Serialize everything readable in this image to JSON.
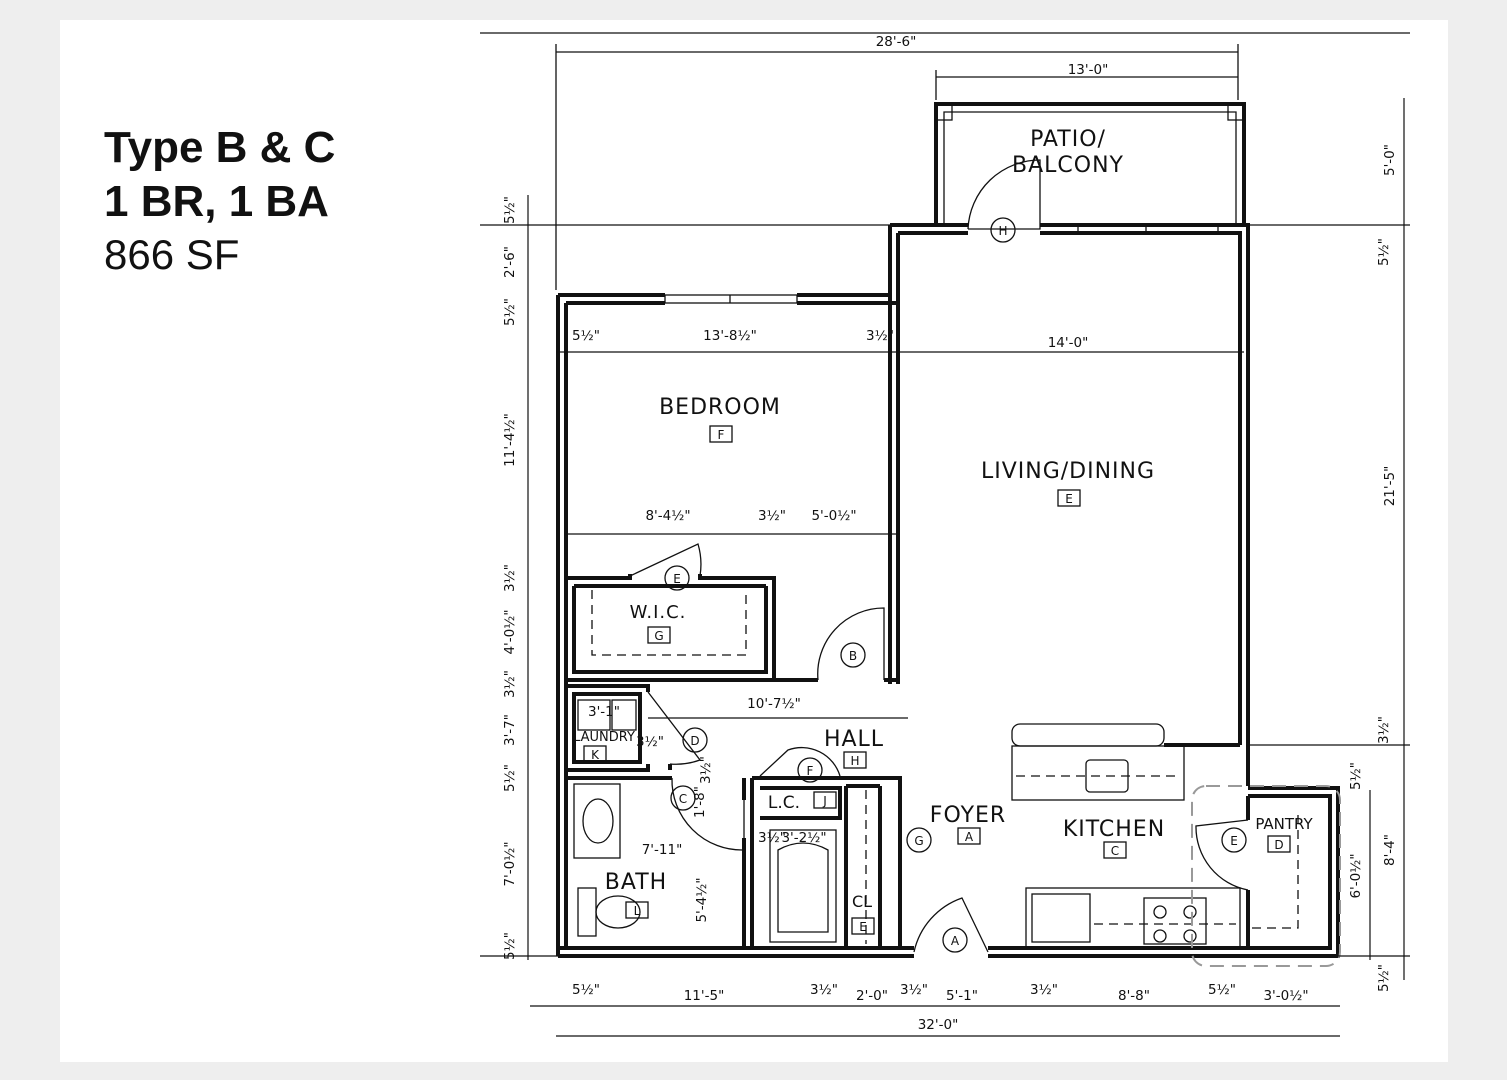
{
  "title": {
    "line1": "Type B & C",
    "line2": "1 BR, 1 BA",
    "area": "866 SF"
  },
  "rooms": {
    "patio_l1": "PATIO/",
    "patio_l2": "BALCONY",
    "bedroom": "BEDROOM",
    "living": "LIVING/DINING",
    "wic": "W.I.C.",
    "laundry": "LAUNDRY",
    "hall": "HALL",
    "lc": "L.C.",
    "foyer": "FOYER",
    "kitchen": "KITCHEN",
    "pantry": "PANTRY",
    "bath": "BATH",
    "cl": "CL"
  },
  "finish_tags": {
    "bedroom": "F",
    "living": "E",
    "wic": "G",
    "laundry": "K",
    "hall": "H",
    "lc": "J",
    "foyer": "A",
    "kitchen": "C",
    "pantry": "D",
    "bath": "L",
    "cl": "E"
  },
  "door_tags": {
    "patio": "H",
    "wic": "E",
    "bedroom": "B",
    "laundry": "D",
    "bath": "C",
    "lc": "F",
    "foyer_cl": "G",
    "entry": "A",
    "pantry": "E"
  },
  "dimensions": {
    "overall_top": "28'-6\"",
    "patio_width": "13'-0\"",
    "bed_left_wall": "5½\"",
    "bed_width": "13'-8½\"",
    "bed_right_wall": "3½\"",
    "living_width": "14'-0\"",
    "wic_width": "8'-4½\"",
    "wic_wall": "3½\"",
    "wic_right": "5'-0½\"",
    "hall_length": "10'-7½\"",
    "laundry_width": "3'-1\"",
    "laundry_wall": "3½\"",
    "lc_depth": "1'-8\"",
    "lc_wall": "3½\"",
    "bath_width": "7'-11\"",
    "tub_wall": "3½\"",
    "tub_width": "3'-2½\"",
    "bath_depth": "5'-4½\"",
    "left_top_wall": "5½\"",
    "left_patio": "2'-6\"",
    "left_wall2": "5½\"",
    "left_bedroom": "11'-4½\"",
    "left_wall3": "3½\"",
    "left_wic": "4'-0½\"",
    "left_wall4": "3½\"",
    "left_laundry": "3'-7\"",
    "left_wall5": "5½\"",
    "left_bath": "7'-0½\"",
    "left_wall6": "5½\"",
    "right_patio": "5'-0\"",
    "right_wall1": "5½\"",
    "right_living": "21'-5\"",
    "right_wall2": "3½\"",
    "right_wall3": "5½\"",
    "right_pantry": "6'-0½\"",
    "right_kitchen": "8'-4\"",
    "right_wall4": "5½\"",
    "bottom_wall1": "5½\"",
    "bottom_bath": "11'-5\"",
    "bottom_wall2": "3½\"",
    "bottom_cl": "2'-0\"",
    "bottom_wall3": "3½\"",
    "bottom_foyer": "5'-1\"",
    "bottom_wall4": "3½\"",
    "bottom_kitchen": "8'-8\"",
    "bottom_wall5": "5½\"",
    "bottom_pantry": "3'-0½\"",
    "overall_bottom": "32'-0\""
  }
}
